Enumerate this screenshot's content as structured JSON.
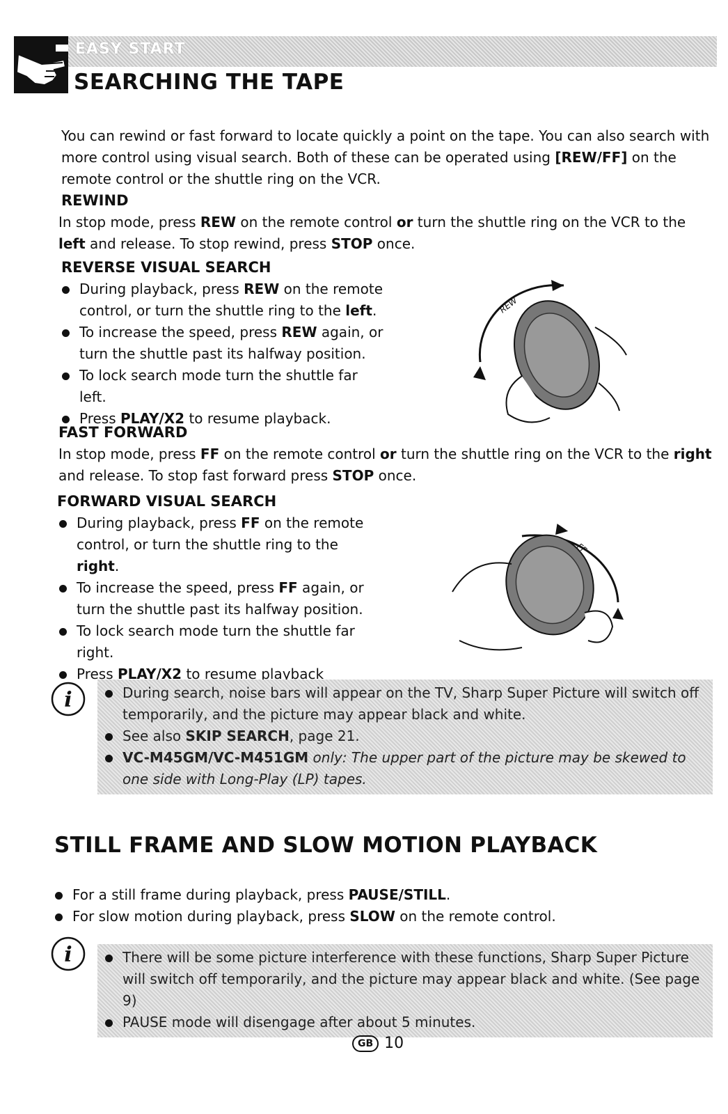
{
  "header": {
    "badge": "EASY START",
    "title": "SEARCHING THE TAPE"
  },
  "intro": {
    "text_a": "You can rewind or fast forward to locate quickly a point on the tape. You can also search with more control using visual search. Both of these can be operated using ",
    "key": "[REW/FF]",
    "text_b": " on the remote control or the shuttle ring on the VCR."
  },
  "rewind": {
    "heading": "REWIND",
    "t1": "In stop mode, press ",
    "k1": "REW",
    "t2": " on the remote control ",
    "k2": "or",
    "t3": " turn the shuttle ring on the VCR to the ",
    "k3": "left",
    "t4": " and release. To stop rewind, press ",
    "k4": "STOP",
    "t5": " once."
  },
  "reverse": {
    "heading": "REVERSE VISUAL SEARCH",
    "b1_a": "During playback, press ",
    "b1_k": "REW",
    "b1_b": " on the remote control, or turn the shuttle ring to the ",
    "b1_k2": "left",
    "b1_c": ".",
    "b2_a": "To increase the speed, press ",
    "b2_k": "REW",
    "b2_b": " again, or turn the shuttle past its halfway position.",
    "b3": "To lock search mode turn the shuttle far left.",
    "b4_a": "Press ",
    "b4_k": "PLAY/X2",
    "b4_b": " to resume playback."
  },
  "ff": {
    "heading": "FAST FORWARD",
    "t1": "In stop mode, press ",
    "k1": "FF",
    "t2": " on the remote control ",
    "k2": "or",
    "t3": " turn the shuttle ring on the VCR to the ",
    "k3": "right",
    "t4": " and release. To stop fast forward press ",
    "k4": "STOP",
    "t5": " once."
  },
  "forward": {
    "heading": "FORWARD VISUAL SEARCH",
    "b1_a": "During playback, press ",
    "b1_k": "FF",
    "b1_b": " on the remote control, or turn the shuttle ring to the ",
    "b1_k2": "right",
    "b1_c": ".",
    "b2_a": "To increase the speed, press ",
    "b2_k": "FF",
    "b2_b": " again, or turn the shuttle past its halfway position.",
    "b3": "To lock search mode turn the shuttle far right.",
    "b4_a": "Press ",
    "b4_k": "PLAY/X2",
    "b4_b": " to resume playback"
  },
  "note1": {
    "b1": "During search, noise bars will appear on the TV, Sharp Super Picture will switch off temporarily, and the picture may appear black and white.",
    "b2_a": "See also ",
    "b2_k": "SKIP SEARCH",
    "b2_b": ", page 21.",
    "b3_k": "VC-M45GM/VC-M451GM",
    "b3_i": " only: The upper part of the picture may be skewed to one side with Long-Play (LP) tapes."
  },
  "still": {
    "title": "STILL FRAME AND SLOW MOTION PLAYBACK",
    "b1_a": "For a still frame during playback, press ",
    "b1_k": "PAUSE/STILL",
    "b1_b": ".",
    "b2_a": "For slow motion during playback, press ",
    "b2_k": "SLOW",
    "b2_b": " on the remote control."
  },
  "note2": {
    "b1": "There will be some picture interference with these functions, Sharp Super Picture will switch off temporarily, and the picture may appear black and white. (See page 9)",
    "b2": "PAUSE mode will disengage after about 5 minutes."
  },
  "footer": {
    "badge": "GB",
    "page": "10"
  },
  "illustrations": {
    "rew_ring_label": "REW",
    "ff_ring_label": "FF"
  }
}
